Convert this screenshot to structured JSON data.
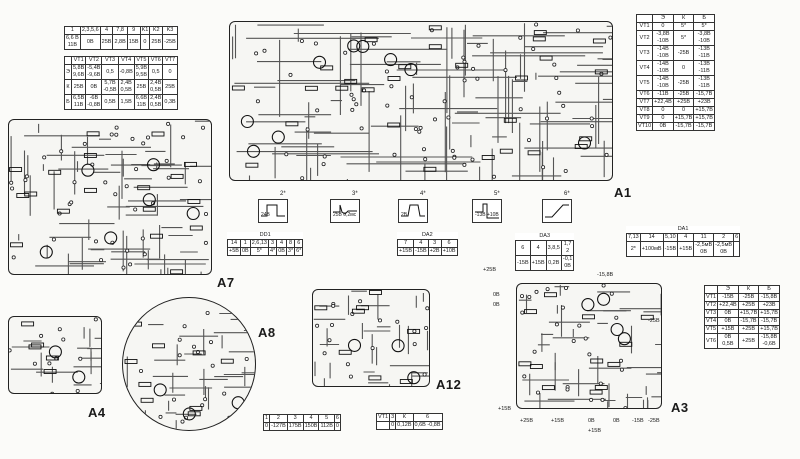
{
  "boards": {
    "a1": "A1",
    "a7": "A7",
    "a8": "A8",
    "a4": "A4",
    "a12": "A12",
    "a3": "A3"
  },
  "tables": {
    "t_left_top": {
      "rows": [
        [
          "1",
          "2,3,5,6",
          "4",
          "7,8",
          "9",
          "K1",
          "K2",
          "K3"
        ],
        [
          "6,6 В\n11В",
          "0В",
          "25В",
          "2,8В",
          "15В",
          "0",
          "25В",
          "-25В"
        ]
      ]
    },
    "t_left_mid": {
      "rows": [
        [
          "",
          "VT1",
          "VT2",
          "VT3",
          "VT4",
          "VT5",
          "VT6",
          "VT7"
        ],
        [
          "Э",
          "5,8В\n9,6В",
          "-5,4В\n-9,6В",
          "0,5",
          "-0,8В",
          "5,9В\n9,5В",
          "0,5",
          "0"
        ],
        [
          "К",
          "25В",
          "0В",
          "5,7В\n-0,5В",
          "2,4В\n0,5В",
          "25В",
          "2,4В\n0,5В",
          "25В"
        ],
        [
          "Б",
          "6,5В\n11В",
          "-6В\n-0,8В",
          "0,5В",
          "1,5В",
          "6,6В\n11В",
          "2,4В\n0,5В",
          "0,3В"
        ]
      ]
    },
    "t_right": {
      "rows": [
        [
          "",
          "Э",
          "К",
          "Б"
        ],
        [
          "VT1",
          "0",
          "5*",
          "5*"
        ],
        [
          "VT2",
          "-3,8В\n-10В",
          "5*",
          "-3,8В\n-10В"
        ],
        [
          "VT3",
          "-14В\n-10В",
          "-25В",
          "-13В\n-11В"
        ],
        [
          "VT4",
          "-14В\n-10В",
          "0",
          "-13В\n-11В"
        ],
        [
          "VT5",
          "-14В\n-10В",
          "-25В",
          "-13В\n-11В"
        ],
        [
          "VT6",
          "-11В",
          "-25В",
          "-15,7В"
        ],
        [
          "VT7",
          "+22,4В",
          "+25В",
          "+23В"
        ],
        [
          "VT8",
          "0",
          "0",
          "+15,7В"
        ],
        [
          "VT9",
          "0",
          "+15,7В",
          "+15,7В"
        ],
        [
          "VT10",
          "0В",
          "-15,7В",
          "-15,7В"
        ]
      ]
    },
    "t_dd1": {
      "title": "DD1",
      "rows": [
        [
          "14",
          "1",
          "2,6,13",
          "3",
          "4",
          "8",
          "6"
        ],
        [
          "+5В",
          "0В",
          "5*",
          "4*",
          "0В",
          "3*",
          "6*"
        ]
      ]
    },
    "t_da2": {
      "title": "DA2",
      "rows": [
        [
          "7",
          "4",
          "3",
          "6"
        ],
        [
          "+15В",
          "-15В",
          "+2В",
          "+10В"
        ]
      ]
    },
    "t_da3": {
      "title": "DA3",
      "rows": [
        [
          "6",
          "4",
          "3,8,5",
          "1,7\n2"
        ],
        [
          "-15В",
          "+15В",
          "0,2В",
          "-0,1\n0В"
        ]
      ]
    },
    "t_da1": {
      "title": "DA1",
      "rows": [
        [
          "7,13",
          "14",
          "5,10",
          "4",
          "11",
          "2",
          "6"
        ],
        [
          "2*",
          "+100мВ",
          "-15В",
          "+15В",
          "-2,5мВ\n0В",
          "-2,5мВ\n0В",
          ""
        ]
      ]
    },
    "t_a3": {
      "rows": [
        [
          "",
          "Э",
          "К",
          "Б"
        ],
        [
          "VT1",
          "-15В",
          "-25В",
          "-15,8В"
        ],
        [
          "VT2",
          "+22,4В",
          "+25В",
          "+23В"
        ],
        [
          "VT3",
          "0В",
          "+15,7В",
          "+15,7В"
        ],
        [
          "VT4",
          "0В",
          "-15,7В",
          "-15,7В"
        ],
        [
          "VT5",
          "+15В",
          "+25В",
          "+15,7В"
        ],
        [
          "VT6",
          "0В\n0,5В",
          "+25В",
          "-15,8В\n-0,6В"
        ]
      ]
    },
    "t_bottom_a": {
      "rows": [
        [
          "1",
          "2",
          "3",
          "4",
          "5",
          "6"
        ],
        [
          "0",
          "-127В",
          "175В",
          "150В",
          "112В",
          "0"
        ]
      ]
    },
    "t_bottom_b": {
      "rows": [
        [
          "VT1",
          "3",
          "К",
          "6"
        ],
        [
          "",
          "0",
          "0,12В",
          "0,6В -0,8В"
        ]
      ]
    }
  },
  "oscillograms": [
    {
      "tag": "2*",
      "value": "24В"
    },
    {
      "tag": "3*",
      "value": "25В 0,2мс"
    },
    {
      "tag": "4*",
      "value": "2В"
    },
    {
      "tag": "5*",
      "value": "-13В +10В"
    },
    {
      "tag": "6*",
      "value": ""
    }
  ],
  "rails": {
    "r1": "+25В",
    "r2": "-15,8В",
    "r3": "0В",
    "r4": "0В",
    "r5": "-25В",
    "r6": "+15В",
    "r7": "+15В",
    "r8": "0В",
    "r9": "0В",
    "r10": "-15В",
    "r11": "-25В",
    "r12": "+25В",
    "r13": "+15В"
  }
}
